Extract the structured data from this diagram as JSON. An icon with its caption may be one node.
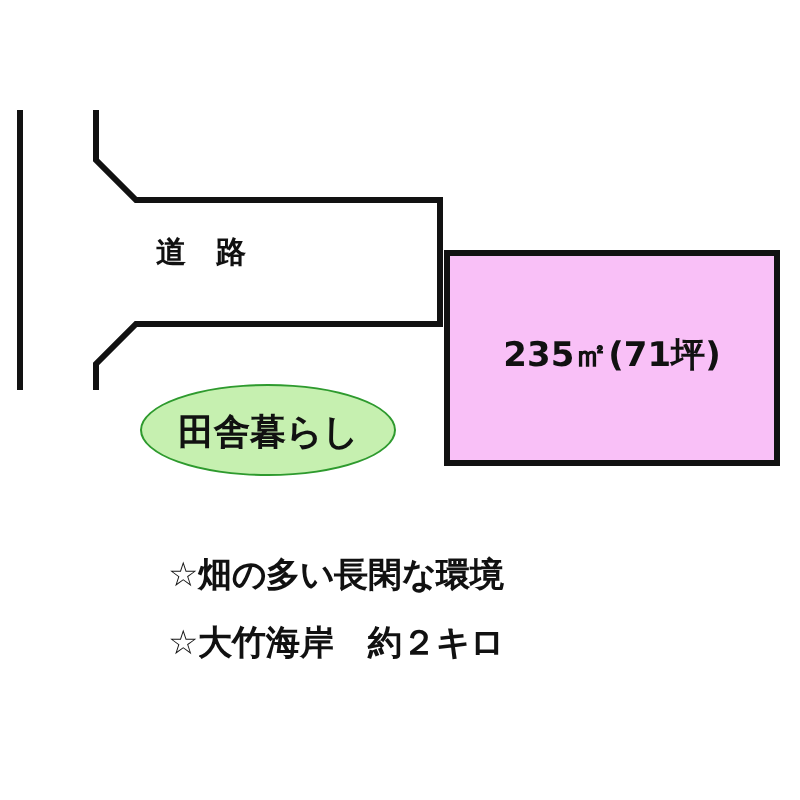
{
  "diagram": {
    "nodes": [
      {
        "text": [
          "道　路"
        ]
      },
      {
        "text": [
          "235㎡(71坪)"
        ]
      },
      {
        "text": [
          "田舎暮らし"
        ]
      }
    ],
    "labels": [
      "☆畑の多い長閑な環境",
      "☆大竹海岸　約２キロ"
    ]
  }
}
